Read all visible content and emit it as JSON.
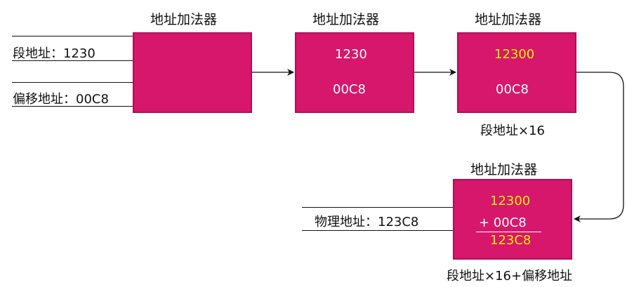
{
  "adders": [
    {
      "title": "地址加法器"
    },
    {
      "title": "地址加法器",
      "line1": "1230",
      "line2": "00C8"
    },
    {
      "title": "地址加法器",
      "line1": "12300",
      "line2": "00C8",
      "caption": "段地址×16"
    },
    {
      "title": "地址加法器",
      "line1": "12300",
      "line2": "+ 00C8",
      "line3": "123C8",
      "caption": "段地址×16+偏移地址"
    }
  ],
  "inputs": {
    "segment": "段地址：1230",
    "offset": "偏移地址：00C8"
  },
  "output": {
    "physical": "物理地址：123C8"
  },
  "colors": {
    "box_fill": "#d6176b",
    "highlight_text": "#ffef00",
    "normal_text_in_box": "#ffffff"
  }
}
